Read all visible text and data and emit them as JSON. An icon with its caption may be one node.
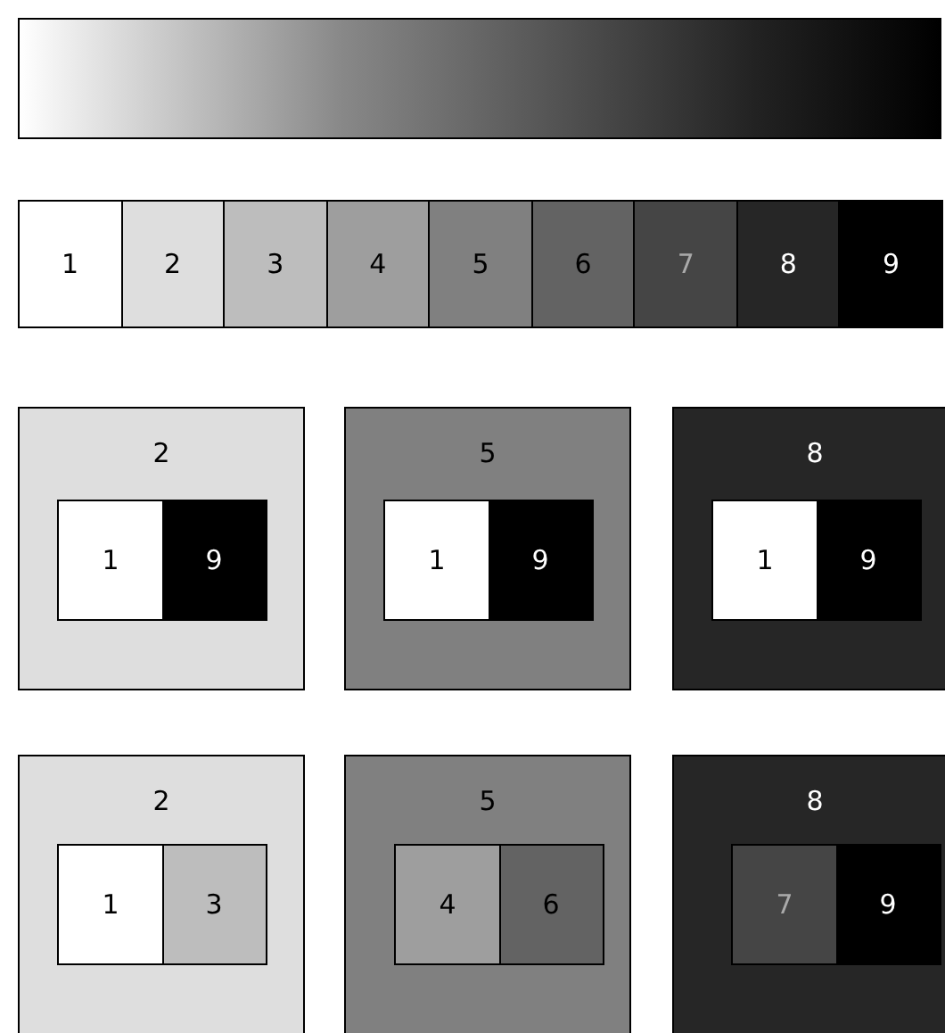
{
  "diagram": {
    "nodes": [
      {
        "text": [],
        "shape": "bar"
      },
      {
        "text": [
          "1"
        ]
      },
      {
        "text": [
          "2"
        ]
      },
      {
        "text": [
          "3"
        ]
      },
      {
        "text": [
          "4"
        ]
      },
      {
        "text": [
          "5"
        ]
      },
      {
        "text": [
          "6"
        ]
      },
      {
        "text": [
          "7"
        ]
      },
      {
        "text": [
          "8"
        ]
      },
      {
        "text": [
          "9"
        ]
      },
      {
        "text": [
          "2"
        ]
      },
      {
        "text": [
          "1"
        ],
        "in": 10
      },
      {
        "text": [
          "9"
        ],
        "in": 10
      },
      {
        "text": [
          "5"
        ]
      },
      {
        "text": [
          "1"
        ],
        "in": 13
      },
      {
        "text": [
          "9"
        ],
        "in": 13
      },
      {
        "text": [
          "8"
        ]
      },
      {
        "text": [
          "1"
        ],
        "in": 16
      },
      {
        "text": [
          "9"
        ],
        "in": 16
      },
      {
        "text": [
          "2"
        ]
      },
      {
        "text": [
          "1"
        ],
        "in": 19
      },
      {
        "text": [
          "3"
        ],
        "in": 19
      },
      {
        "text": [
          "5"
        ]
      },
      {
        "text": [
          "4"
        ],
        "in": 22
      },
      {
        "text": [
          "6"
        ],
        "in": 22
      },
      {
        "text": [
          "8"
        ]
      },
      {
        "text": [
          "7"
        ],
        "in": 25
      },
      {
        "text": [
          "9"
        ],
        "in": 25
      }
    ]
  }
}
